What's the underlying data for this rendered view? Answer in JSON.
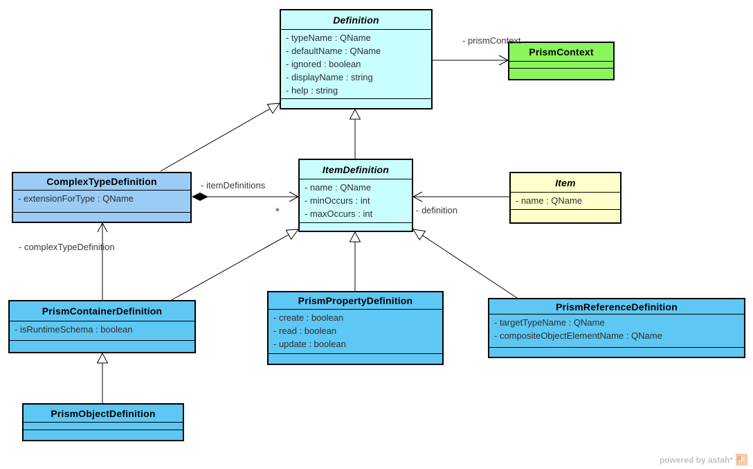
{
  "diagram_type": "uml-class-diagram",
  "classes": {
    "definition": {
      "name": "Definition",
      "abstract": true,
      "fill": "#C9FEFF",
      "attrs": [
        "- typeName : QName",
        "- defaultName : QName",
        "- ignored : boolean",
        "- displayName : string",
        "- help : string"
      ]
    },
    "prism_context": {
      "name": "PrismContext",
      "abstract": false,
      "fill": "#8CF55C",
      "attrs": []
    },
    "item_definition": {
      "name": "ItemDefinition",
      "abstract": true,
      "fill": "#C9FEFF",
      "attrs": [
        "- name : QName",
        "- minOccurs : int",
        "- maxOccurs : int"
      ]
    },
    "item": {
      "name": "Item",
      "abstract": true,
      "fill": "#FFFFCC",
      "attrs": [
        "- name : QName"
      ]
    },
    "complex_type_definition": {
      "name": "ComplexTypeDefinition",
      "abstract": false,
      "fill": "#9BCCF5",
      "attrs": [
        "- extensionForType : QName"
      ]
    },
    "prism_container_definition": {
      "name": "PrismContainerDefinition",
      "abstract": false,
      "fill": "#5EC7F3",
      "attrs": [
        "- isRuntimeSchema : boolean"
      ]
    },
    "prism_object_definition": {
      "name": "PrismObjectDefinition",
      "abstract": false,
      "fill": "#5EC7F3",
      "attrs": []
    },
    "prism_property_definition": {
      "name": "PrismPropertyDefinition",
      "abstract": false,
      "fill": "#5EC7F3",
      "attrs": [
        "- create : boolean",
        "- read : boolean",
        "- update : boolean"
      ]
    },
    "prism_reference_definition": {
      "name": "PrismReferenceDefinition",
      "abstract": false,
      "fill": "#5EC7F3",
      "attrs": [
        "- targetTypeName : QName",
        "- compositeObjectElementName : QName"
      ]
    }
  },
  "edge_labels": {
    "prism_context": "- prismContext",
    "item_definitions": "- itemDefinitions",
    "item_definitions_multiplicity": "*",
    "definition": "- definition",
    "complex_type_definition": "- complexTypeDefinition"
  },
  "edges": [
    {
      "type": "association",
      "from": "Definition",
      "to": "PrismContext",
      "label": "- prismContext"
    },
    {
      "type": "generalization",
      "from": "ComplexTypeDefinition",
      "to": "Definition"
    },
    {
      "type": "generalization",
      "from": "ItemDefinition",
      "to": "Definition"
    },
    {
      "type": "composition",
      "from": "ComplexTypeDefinition",
      "to": "ItemDefinition",
      "label": "- itemDefinitions",
      "multiplicity": "*"
    },
    {
      "type": "association",
      "from": "Item",
      "to": "ItemDefinition",
      "label": "- definition"
    },
    {
      "type": "association",
      "from": "PrismContainerDefinition",
      "to": "ComplexTypeDefinition",
      "label": "- complexTypeDefinition"
    },
    {
      "type": "generalization",
      "from": "PrismContainerDefinition",
      "to": "ItemDefinition"
    },
    {
      "type": "generalization",
      "from": "PrismPropertyDefinition",
      "to": "ItemDefinition"
    },
    {
      "type": "generalization",
      "from": "PrismReferenceDefinition",
      "to": "ItemDefinition"
    },
    {
      "type": "generalization",
      "from": "PrismObjectDefinition",
      "to": "PrismContainerDefinition"
    }
  ],
  "watermark": {
    "text": "powered by astah*"
  }
}
